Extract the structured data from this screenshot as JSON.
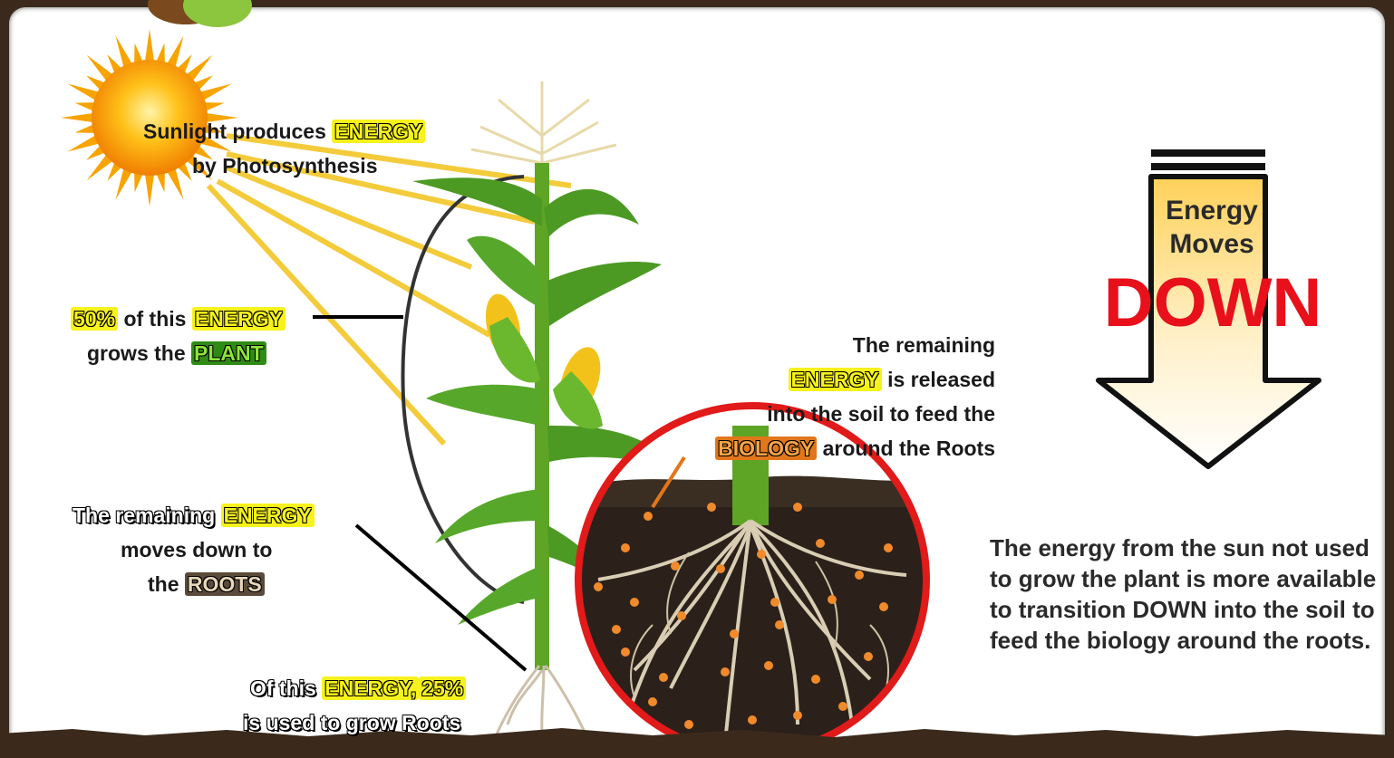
{
  "labels": {
    "sunlight_line1_pre": "Sunlight produces",
    "sunlight_line1_hl": "ENERGY",
    "sunlight_line2": "by Photosynthesis",
    "plant_pct": "50%",
    "plant_line1_mid": "of this",
    "plant_line1_hl": "ENERGY",
    "plant_line2_pre": "grows the",
    "plant_line2_hl": "PLANT",
    "roots_line1_pre": "The remaining",
    "roots_line1_hl": "ENERGY",
    "roots_line2": "moves down to",
    "roots_line3_pre": "the",
    "roots_line3_hl": "ROOTS",
    "rootgrow_line1_pre": "Of this",
    "rootgrow_line1_hl": "ENERGY,",
    "rootgrow_line1_post": "25%",
    "rootgrow_line2": "is used to grow Roots",
    "release_line1": "The remaining",
    "release_line2_hl": "ENERGY",
    "release_line2_post": "is released",
    "release_line3": "into the soil to feed the",
    "release_line4_hl": "BIOLOGY",
    "release_line4_post": "around the Roots"
  },
  "arrow": {
    "line1": "Energy",
    "line2": "Moves",
    "big": "DOWN"
  },
  "summary": "The energy from the sun not used to grow the plant is more available to transition DOWN into the soil to feed the biology around the roots.",
  "colors": {
    "highlight_yellow": "#f7f21c",
    "highlight_green": "#2f8a16",
    "highlight_orange": "#e2761b",
    "down_red": "#e8101a",
    "sun": "#f5a000",
    "soil": "#2b211a",
    "circle_border": "#e11a1a"
  }
}
